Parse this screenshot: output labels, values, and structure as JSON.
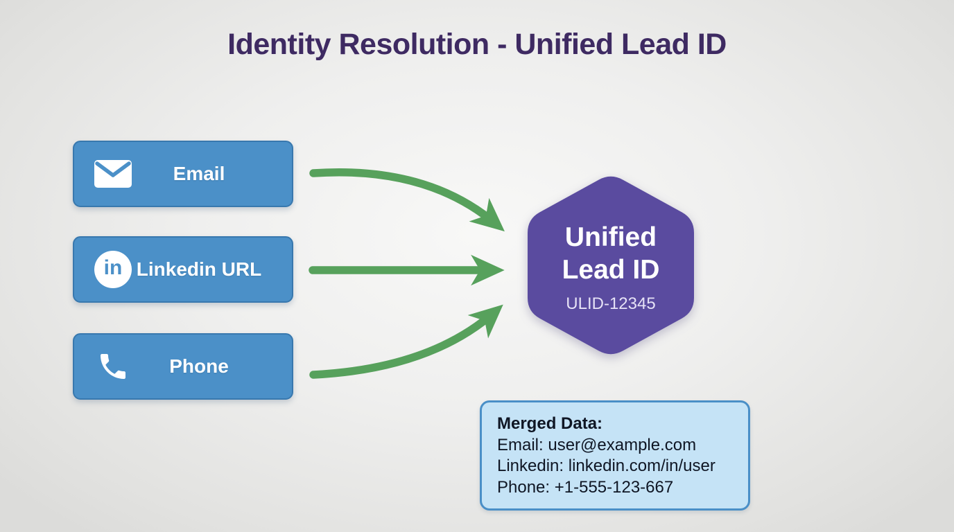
{
  "title": "Identity Resolution - Unified Lead ID",
  "sources": [
    {
      "label": "Email",
      "icon": "email-icon"
    },
    {
      "label": "Linkedin URL",
      "icon": "linkedin-icon"
    },
    {
      "label": "Phone",
      "icon": "phone-icon"
    }
  ],
  "icons": {
    "linkedin_glyph": "in"
  },
  "unified_node": {
    "title_line1": "Unified",
    "title_line2": "Lead ID",
    "ulid": "ULID-12345"
  },
  "merged_panel": {
    "heading": "Merged Data:",
    "lines": [
      "Email: user@example.com",
      "Linkedin: linkedin.com/in/user",
      "Phone: +1-555-123-667"
    ]
  },
  "colors": {
    "title_text": "#3e2a62",
    "source_box_fill": "#4b90c8",
    "source_box_border": "#3878ae",
    "source_box_text": "#ffffff",
    "arrow_green": "#57a15c",
    "hexagon_fill": "#5a4b9f",
    "hexagon_text": "#ffffff",
    "ulid_text": "#e6e2f6",
    "merged_fill": "#c5e3f6",
    "merged_border": "#4a8fc7",
    "merged_text": "#0f1624",
    "background": "#e4e4e2"
  }
}
